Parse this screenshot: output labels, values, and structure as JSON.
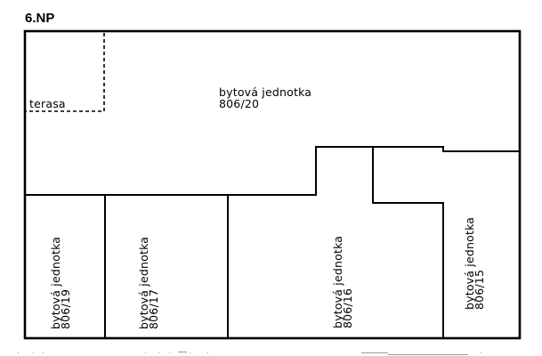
{
  "floor_label": "6.NP",
  "areas": {
    "terasa": {
      "label": "terasa"
    },
    "unit_20": {
      "label_line1": "bytová jednotka",
      "label_line2": "806/20"
    },
    "unit_19": {
      "label_line1": "bytová jednotka",
      "label_line2": "806/19"
    },
    "unit_17": {
      "label_line1": "bytová jednotka",
      "label_line2": "806/17"
    },
    "unit_16": {
      "label_line1": "bytová jednotka",
      "label_line2": "806/16"
    },
    "unit_15": {
      "label_line1": "bytová jednotka",
      "label_line2": "806/15"
    }
  },
  "colors": {
    "line": "#000000",
    "background": "#ffffff"
  }
}
